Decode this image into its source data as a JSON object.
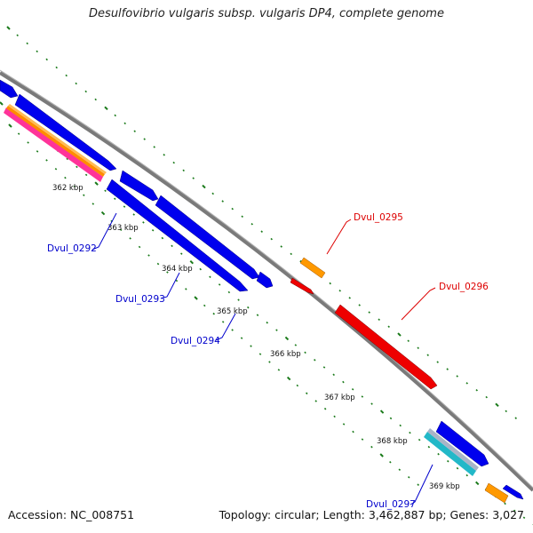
{
  "title": "Desulfovibrio vulgaris subsp. vulgaris DP4, complete genome",
  "accession_label": "Accession: NC_008751",
  "stats_label": "Topology: circular; Length: 3,462,887 bp; Genes: 3,027",
  "colors": {
    "backbone": "#8a8a8a",
    "forward_gene": "#ff0000",
    "reverse_gene": "#0000ff",
    "feature_orange": "#ff8c00",
    "feature_magenta": "#ff3399",
    "feature_cyan": "#22b8c8",
    "feature_gray": "#a8b4c8",
    "tick_dots": "#1a7a1a",
    "forward_label": "#dd0000",
    "reverse_label": "#0000cc"
  },
  "kbp_ticks": [
    "362 kbp",
    "363 kbp",
    "364 kbp",
    "365 kbp",
    "366 kbp",
    "367 kbp",
    "368 kbp",
    "369 kbp"
  ],
  "gene_labels": {
    "forward": [
      "Dvul_0295",
      "Dvul_0296"
    ],
    "reverse": [
      "Dvul_0292",
      "Dvul_0293",
      "Dvul_0294",
      "Dvul_0297"
    ]
  }
}
